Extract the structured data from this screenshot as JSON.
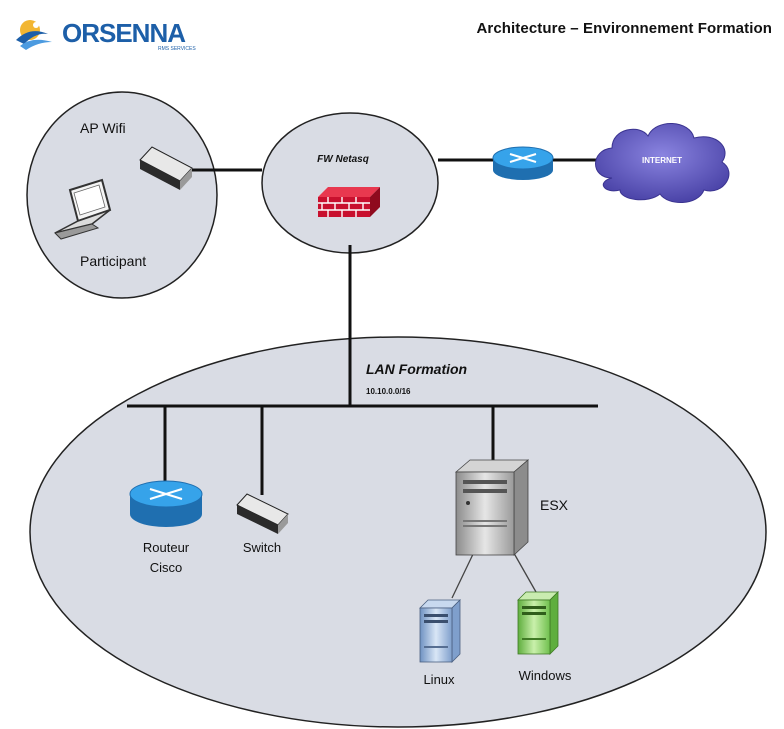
{
  "header": {
    "title": "Architecture – Environnement Formation",
    "logo_text": "ORSENNA",
    "logo_sub": "RMS SERVICES"
  },
  "nodes": {
    "ap_wifi": "AP Wifi",
    "participant": "Participant",
    "firewall": "FW Netasq",
    "internet": "INTERNET",
    "lan_title": "LAN Formation",
    "lan_subnet": "10.10.0.0/16",
    "router": [
      "Routeur",
      "Cisco"
    ],
    "switch": "Switch",
    "esx": "ESX",
    "linux": "Linux",
    "windows": "Windows"
  },
  "colors": {
    "zone_fill": "#d9dce4",
    "router_blue": "#2f8fd6",
    "firewall_red": "#c8102e",
    "cloud_purple": "#6a63c4",
    "linux_blue": "#a9c4e6",
    "windows_green": "#8fd16a",
    "logo_blue": "#1d5fa8"
  }
}
